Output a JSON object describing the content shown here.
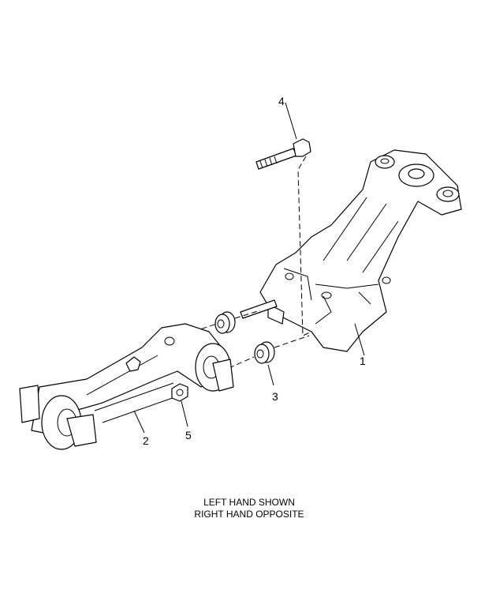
{
  "callouts": {
    "c1": "1",
    "c2": "2",
    "c3": "3",
    "c4": "4",
    "c5": "5"
  },
  "caption": {
    "line1": "LEFT HAND SHOWN",
    "line2": "RIGHT HAND OPPOSITE"
  }
}
